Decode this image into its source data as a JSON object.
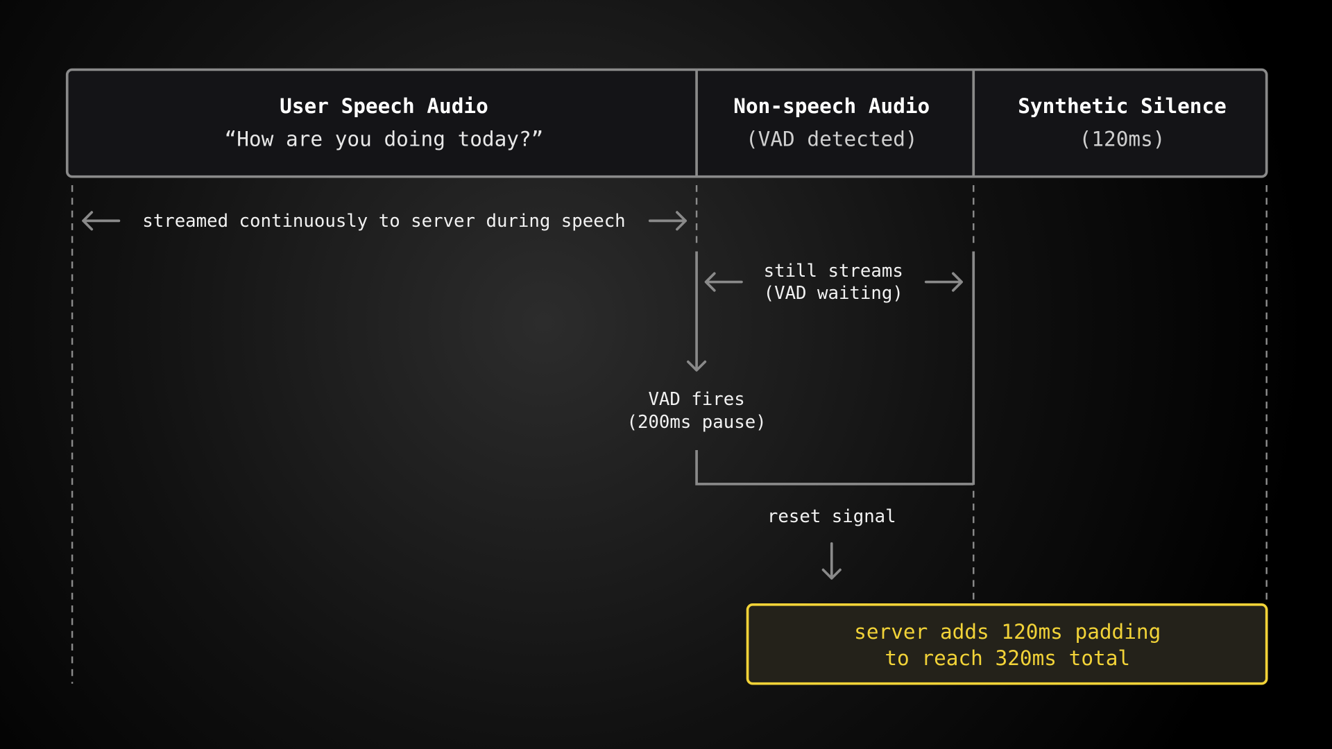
{
  "header": {
    "columns": [
      {
        "title": "User Speech Audio",
        "subtitle": "“How are you doing today?”"
      },
      {
        "title": "Non-speech Audio",
        "subtitle": "(VAD detected)"
      },
      {
        "title": "Synthetic Silence",
        "subtitle": "(120ms)"
      }
    ]
  },
  "labels": {
    "streamed": "streamed continuously to server during speech",
    "still_streams_1": "still streams",
    "still_streams_2": "(VAD waiting)",
    "vad_fires_1": "VAD fires",
    "vad_fires_2": "(200ms pause)",
    "reset_signal": "reset signal"
  },
  "result": {
    "line1": "server adds 120ms padding",
    "line2": "to reach 320ms total"
  },
  "colors": {
    "accent": "#f2d338",
    "line": "#8a8a8a",
    "box_fill": "#141417"
  }
}
